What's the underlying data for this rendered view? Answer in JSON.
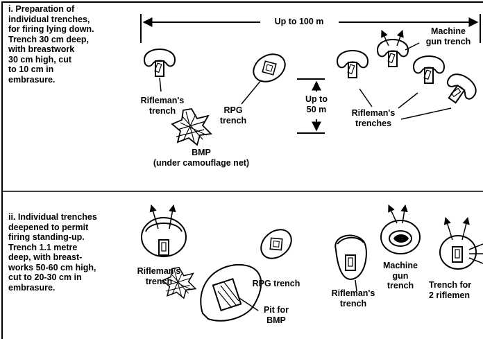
{
  "section_i": {
    "caption": "i.  Preparation of\nindividual trenches,\nfor firing lying down.\nTrench 30 cm deep,\nwith breastwork\n30 cm high, cut\nto 10 cm in\nembrasure.",
    "dimension_width": "Up to 100 m",
    "dimension_depth": "Up to\n50 m",
    "labels": {
      "rifleman_trench": "Rifleman's\ntrench",
      "rpg_trench": "RPG\ntrench",
      "bmp": "BMP\n(under camouflage net)",
      "machine_gun_trench": "Machine\ngun trench",
      "riflemen_trenches": "Rifleman's\ntrenches"
    }
  },
  "section_ii": {
    "caption": "ii.  Individual trenches\ndeepened to permit\nfiring standing-up.\nTrench 1.1 metre\ndeep, with breast-\nworks 50-60 cm high,\ncut to 20-30 cm in\nembrasure.",
    "labels": {
      "rifleman_trench_left": "Rifleman's\ntrench",
      "rpg_trench": "RPG trench",
      "pit_for_bmp": "Pit for\nBMP",
      "rifleman_trench_right": "Rifleman's\ntrench",
      "machine_gun_trench": "Machine\ngun\ntrench",
      "trench_two_riflemen": "Trench for\n2 riflemen"
    }
  }
}
